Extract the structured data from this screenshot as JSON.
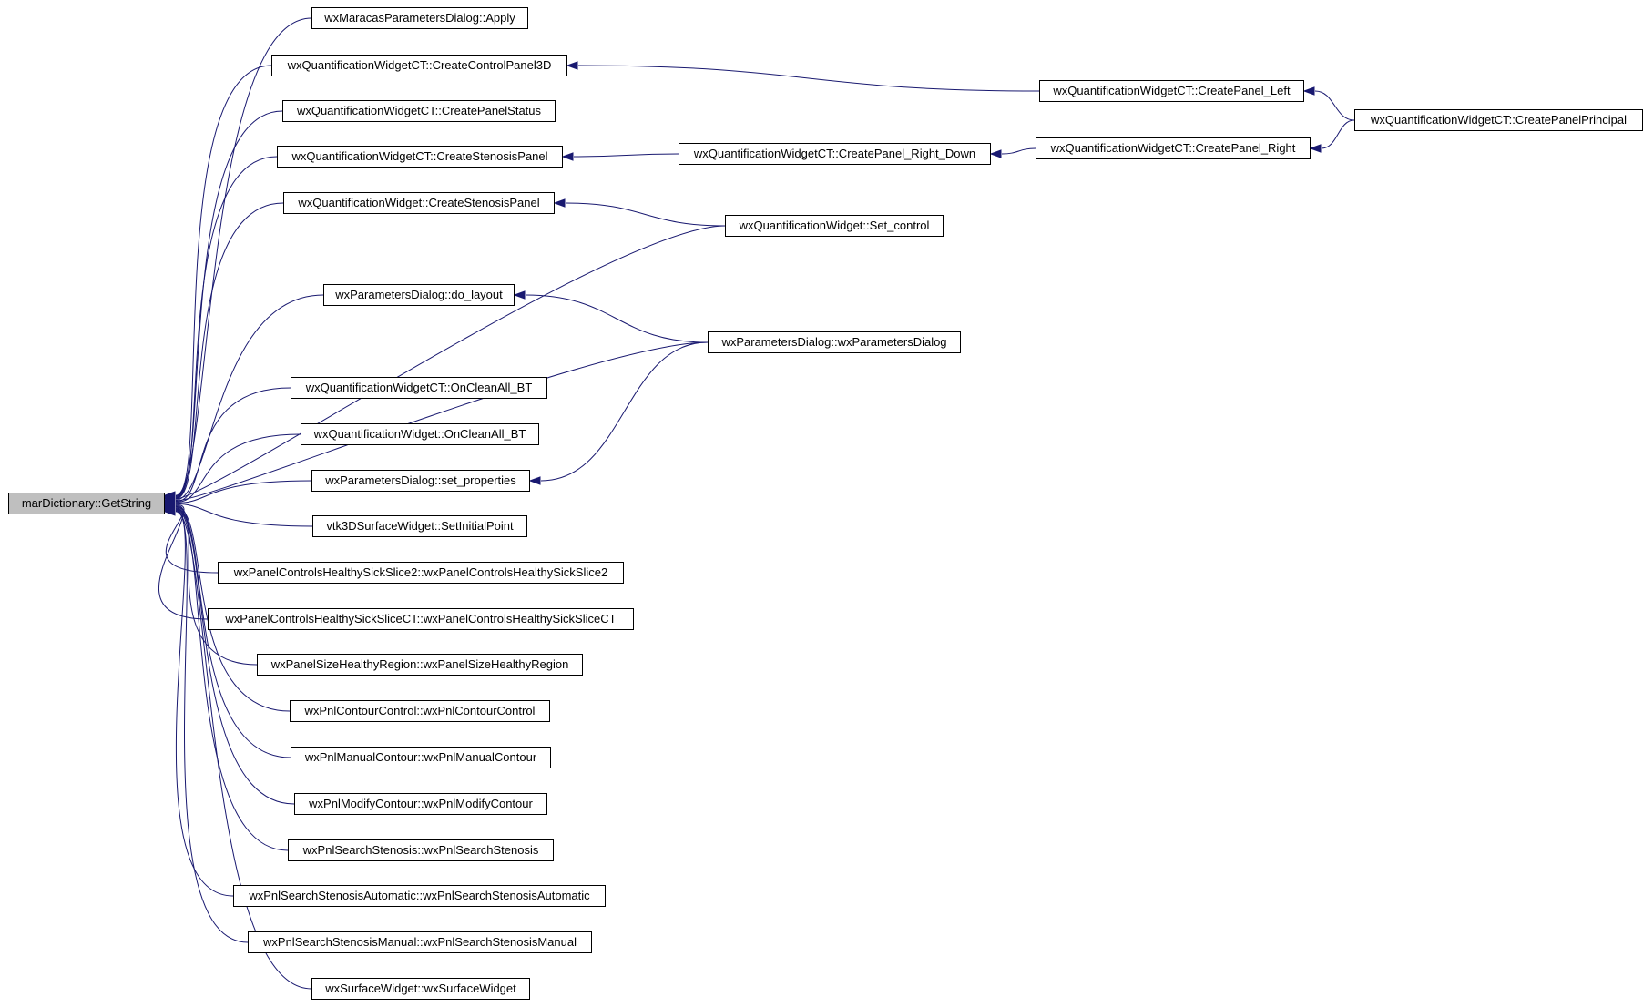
{
  "colors": {
    "edge": "#191970",
    "node_border": "#000000",
    "root_fill": "#bfbfbf",
    "node_fill": "#ffffff"
  },
  "nodes": {
    "root": "marDictionary::GetString",
    "apply": "wxMaracasParametersDialog::Apply",
    "ct_cp3d": "wxQuantificationWidgetCT::CreateControlPanel3D",
    "ct_status": "wxQuantificationWidgetCT::CreatePanelStatus",
    "ct_stenosis": "wxQuantificationWidgetCT::CreateStenosisPanel",
    "qw_stenosis": "wxQuantificationWidget::CreateStenosisPanel",
    "pd_layout": "wxParametersDialog::do_layout",
    "ct_clean": "wxQuantificationWidgetCT::OnCleanAll_BT",
    "qw_clean": "wxQuantificationWidget::OnCleanAll_BT",
    "pd_props": "wxParametersDialog::set_properties",
    "vtk_init": "vtk3DSurfaceWidget::SetInitialPoint",
    "slice2": "wxPanelControlsHealthySickSlice2::wxPanelControlsHealthySickSlice2",
    "slicect": "wxPanelControlsHealthySickSliceCT::wxPanelControlsHealthySickSliceCT",
    "sizeregion": "wxPanelSizeHealthyRegion::wxPanelSizeHealthyRegion",
    "contourctl": "wxPnlContourControl::wxPnlContourControl",
    "manual": "wxPnlManualContour::wxPnlManualContour",
    "modify": "wxPnlModifyContour::wxPnlModifyContour",
    "search": "wxPnlSearchStenosis::wxPnlSearchStenosis",
    "search_auto": "wxPnlSearchStenosisAutomatic::wxPnlSearchStenosisAutomatic",
    "search_manual": "wxPnlSearchStenosisManual::wxPnlSearchStenosisManual",
    "surface": "wxSurfaceWidget::wxSurfaceWidget",
    "ct_left": "wxQuantificationWidgetCT::CreatePanel_Left",
    "ct_principal": "wxQuantificationWidgetCT::CreatePanelPrincipal",
    "ct_right_down": "wxQuantificationWidgetCT::CreatePanel_Right_Down",
    "ct_right": "wxQuantificationWidgetCT::CreatePanel_Right",
    "qw_setcontrol": "wxQuantificationWidget::Set_control",
    "pd_ctor": "wxParametersDialog::wxParametersDialog"
  },
  "edges": [
    {
      "from": "apply",
      "to": "root"
    },
    {
      "from": "ct_cp3d",
      "to": "root"
    },
    {
      "from": "ct_status",
      "to": "root"
    },
    {
      "from": "ct_stenosis",
      "to": "root"
    },
    {
      "from": "qw_stenosis",
      "to": "root"
    },
    {
      "from": "qw_setcontrol",
      "to": "root"
    },
    {
      "from": "pd_layout",
      "to": "root"
    },
    {
      "from": "pd_ctor",
      "to": "root"
    },
    {
      "from": "ct_clean",
      "to": "root"
    },
    {
      "from": "qw_clean",
      "to": "root"
    },
    {
      "from": "pd_props",
      "to": "root"
    },
    {
      "from": "vtk_init",
      "to": "root"
    },
    {
      "from": "slice2",
      "to": "root"
    },
    {
      "from": "slicect",
      "to": "root"
    },
    {
      "from": "sizeregion",
      "to": "root"
    },
    {
      "from": "contourctl",
      "to": "root"
    },
    {
      "from": "manual",
      "to": "root"
    },
    {
      "from": "modify",
      "to": "root"
    },
    {
      "from": "search",
      "to": "root"
    },
    {
      "from": "search_auto",
      "to": "root"
    },
    {
      "from": "search_manual",
      "to": "root"
    },
    {
      "from": "surface",
      "to": "root"
    },
    {
      "from": "ct_left",
      "to": "ct_cp3d"
    },
    {
      "from": "ct_principal",
      "to": "ct_left"
    },
    {
      "from": "ct_right_down",
      "to": "ct_stenosis"
    },
    {
      "from": "ct_right",
      "to": "ct_right_down"
    },
    {
      "from": "ct_principal",
      "to": "ct_right"
    },
    {
      "from": "qw_setcontrol",
      "to": "qw_stenosis"
    },
    {
      "from": "pd_ctor",
      "to": "pd_layout"
    },
    {
      "from": "pd_ctor",
      "to": "pd_props"
    }
  ]
}
